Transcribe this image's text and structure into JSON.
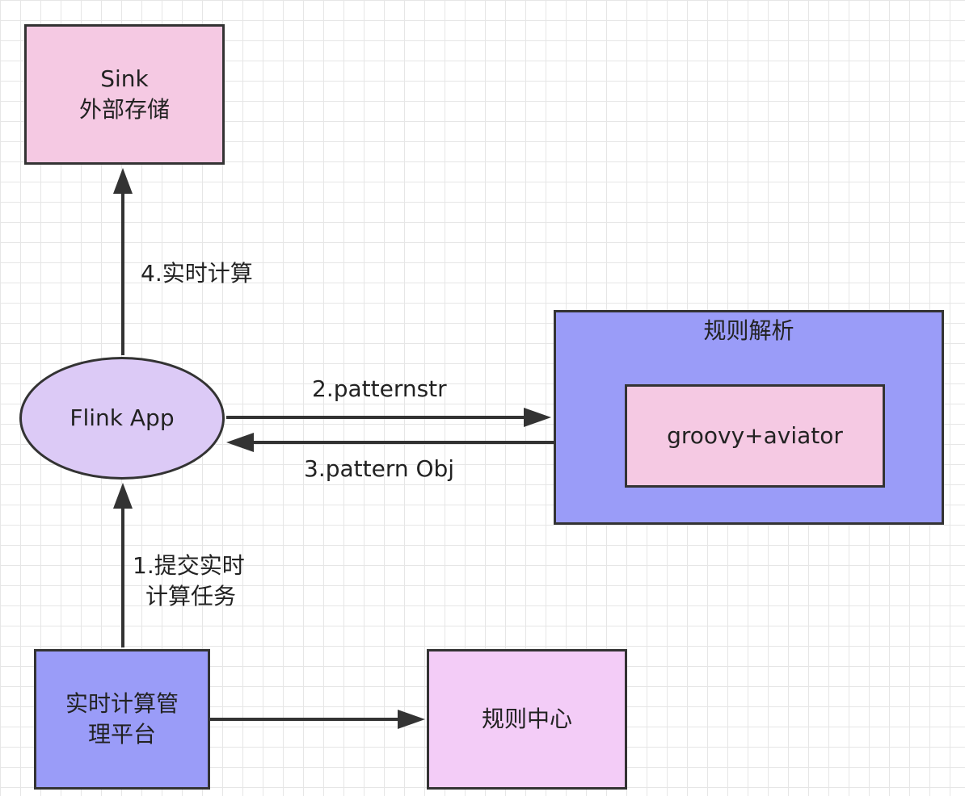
{
  "nodes": {
    "sink": {
      "lines": [
        "Sink",
        "外部存储"
      ]
    },
    "flink_app": {
      "label": "Flink App"
    },
    "rule_parser": {
      "title": "规则解析"
    },
    "engine": {
      "label": "groovy+aviator"
    },
    "platform": {
      "lines": [
        "实时计算管",
        "理平台"
      ]
    },
    "rule_center": {
      "label": "规则中心"
    }
  },
  "edges": {
    "e1": {
      "lines": [
        "1.提交实时",
        "计算任务"
      ]
    },
    "e2": {
      "label": "2.patternstr"
    },
    "e3": {
      "label": "3.pattern Obj"
    },
    "e4": {
      "label": "4.实时计算"
    }
  },
  "colors": {
    "stroke": "#333333",
    "pink": "#f5c9e3",
    "lavender": "#dccaf6",
    "periwinkle": "#9a9cf8",
    "light_violet": "#f3ccf7"
  }
}
